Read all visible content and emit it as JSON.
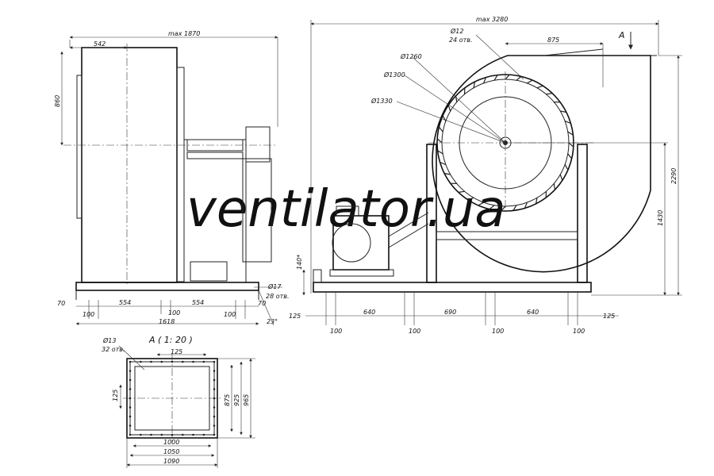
{
  "watermark": "ventilator.ua",
  "side_view": {
    "max_width_label": "max 1870",
    "top_width_label": "542",
    "height_label": "860",
    "base_left_label": "70",
    "base_right_label": "70",
    "span_left_label": "554",
    "span_right_label": "554",
    "center_label": "100",
    "edge_left_label": "100",
    "edge_right_label": "100",
    "total_label": "1618",
    "angle_label": "23°",
    "hole_dia_label": "Ø17",
    "hole_count_label": "28 отв."
  },
  "front_view": {
    "max_width_label": "max 3280",
    "outlet_label": "875",
    "hole_dia_label": "Ø12",
    "hole_count_label": "24 отв.",
    "dia_1260": "Ø1260",
    "dia_1300": "Ø1300",
    "dia_1330": "Ø1330",
    "view_label": "A",
    "height_total": "2290",
    "height_axis": "1430",
    "base_height": "140*",
    "left_edge": "125",
    "right_edge": "125",
    "span_1": "640",
    "span_2": "690",
    "span_3": "640",
    "gap_1": "100",
    "gap_2": "100",
    "gap_3": "100",
    "gap_4": "100"
  },
  "detail_view": {
    "title": "A ( 1: 20 )",
    "hole_dia_label": "Ø13",
    "hole_count_label": "32 отв.",
    "pitch_top": "125",
    "pitch_side": "125",
    "inner_w": "1000",
    "mid_w": "1050",
    "outer_w": "1090",
    "inner_h": "875",
    "mid_h": "925",
    "outer_h": "965"
  }
}
